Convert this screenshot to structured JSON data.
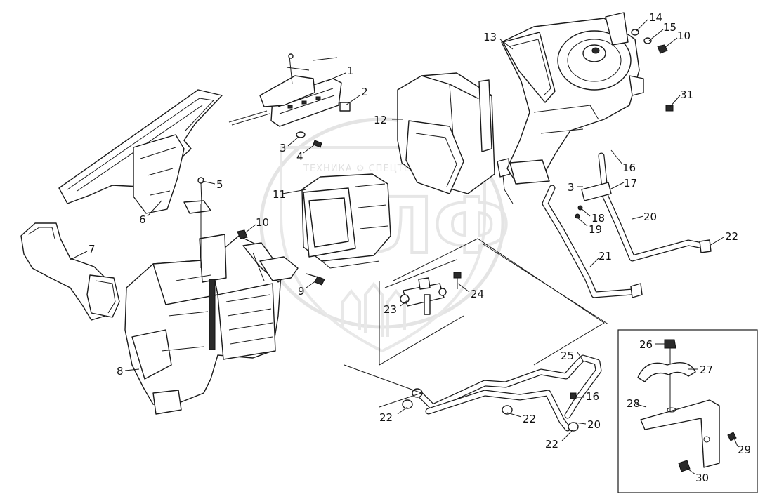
{
  "watermark": {
    "text": "ТЕХНИКА ⚙ СПЕЦТЕХНИКА",
    "logo_letters": "ЭЛФ"
  },
  "callouts": {
    "c1": "1",
    "c2": "2",
    "c3a": "3",
    "c4": "4",
    "c5": "5",
    "c6": "6",
    "c7": "7",
    "c8": "8",
    "c9": "9",
    "c10a": "10",
    "c10b": "10",
    "c11": "11",
    "c12": "12",
    "c13": "13",
    "c14": "14",
    "c15": "15",
    "c16a": "16",
    "c16b": "16",
    "c17": "17",
    "c3b": "3",
    "c18": "18",
    "c19": "19",
    "c20a": "20",
    "c20b": "20",
    "c21": "21",
    "c22a": "22",
    "c22b": "22",
    "c22c": "22",
    "c22d": "22",
    "c23": "23",
    "c24": "24",
    "c25": "25",
    "c26": "26",
    "c27": "27",
    "c28": "28",
    "c29": "29",
    "c30": "30",
    "c31": "31"
  }
}
